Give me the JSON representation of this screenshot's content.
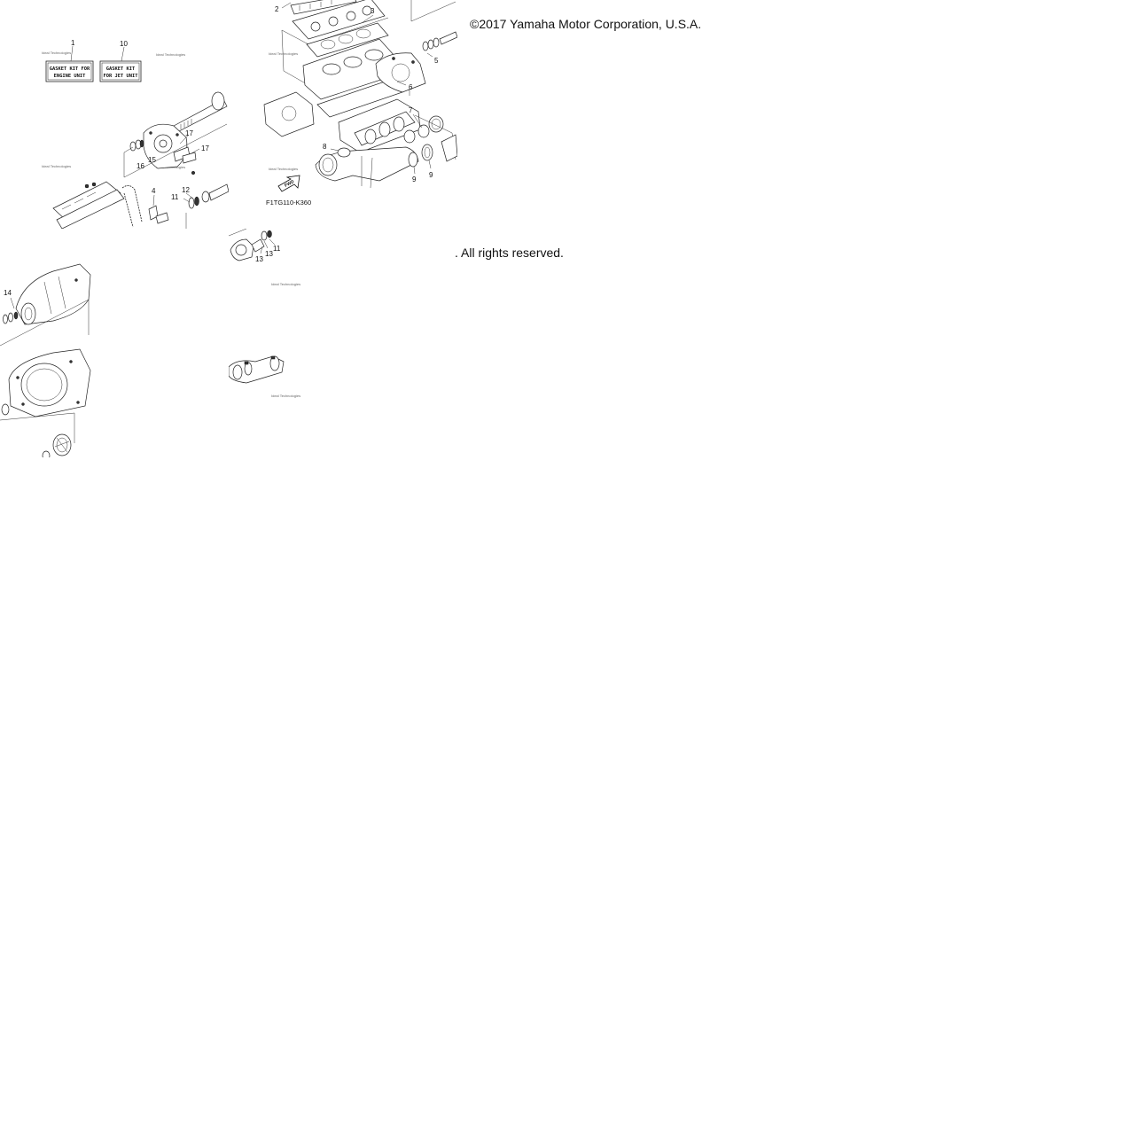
{
  "copyright": "©2017 Yamaha Motor Corporation, U.S.A.",
  "rights": ". All rights reserved.",
  "diagram_code": "F1TG110-K360",
  "fwd_label": "FWD",
  "watermark": "Ideal Technologies",
  "kits": [
    {
      "line1": "GASKET KIT FOR",
      "line2": "ENGINE UNIT"
    },
    {
      "line1": "GASKET KIT",
      "line2": "FOR JET UNIT"
    }
  ],
  "callouts": {
    "a": [
      "1",
      "10",
      "17",
      "17",
      "15",
      "16",
      "4",
      "12",
      "11"
    ],
    "b": [
      "2",
      "3",
      "5",
      "6",
      "7",
      "8",
      "9",
      "9"
    ],
    "c": [
      "14"
    ],
    "d": [
      "11",
      "13",
      "13"
    ]
  }
}
